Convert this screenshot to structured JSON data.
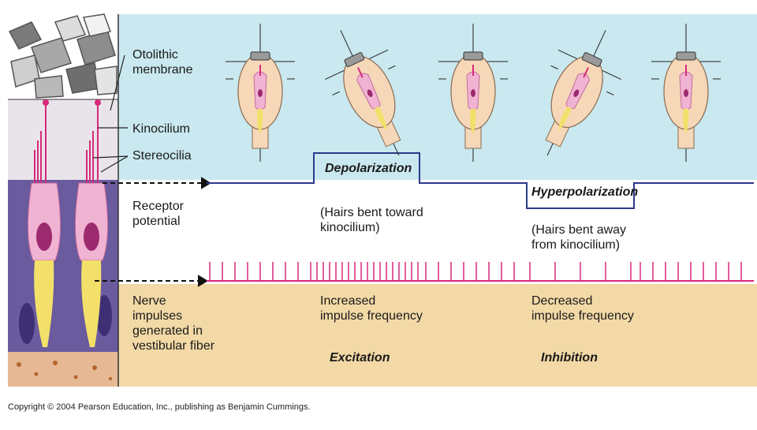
{
  "colors": {
    "sky": "#c9e8ef",
    "sand": "#f2d9a6",
    "purple": "#6a5a9e",
    "magenta": "#d8287a",
    "pink_cell": "#f0b3d2",
    "yellow_nerve": "#f3e06a",
    "potential_line": "#2a3a8a"
  },
  "labels": {
    "otolithic": "Otolithic\nmembrane",
    "kinocilium": "Kinocilium",
    "stereocilia": "Stereocilia",
    "receptor": "Receptor\npotential",
    "nerve": "Nerve\nimpulses\ngenerated in\nvestibular fiber"
  },
  "states": {
    "depolarization": "Depolarization",
    "depol_desc": "(Hairs bent toward\nkinocilium)",
    "hyperpolarization": "Hyperpolarization",
    "hyper_desc": "(Hairs bent away\nfrom kinocilium)"
  },
  "impulses": {
    "increased": "Increased\nimpulse frequency",
    "decreased": "Decreased\nimpulse frequency",
    "excitation": "Excitation",
    "inhibition": "Inhibition"
  },
  "copyright": "Copyright © 2004 Pearson Education, Inc., publishing as Benjamin Cummings.",
  "icons": [
    "otolith-crystal-icon",
    "hair-cell-icon",
    "head-tilt-icon",
    "arrow-right-icon"
  ]
}
